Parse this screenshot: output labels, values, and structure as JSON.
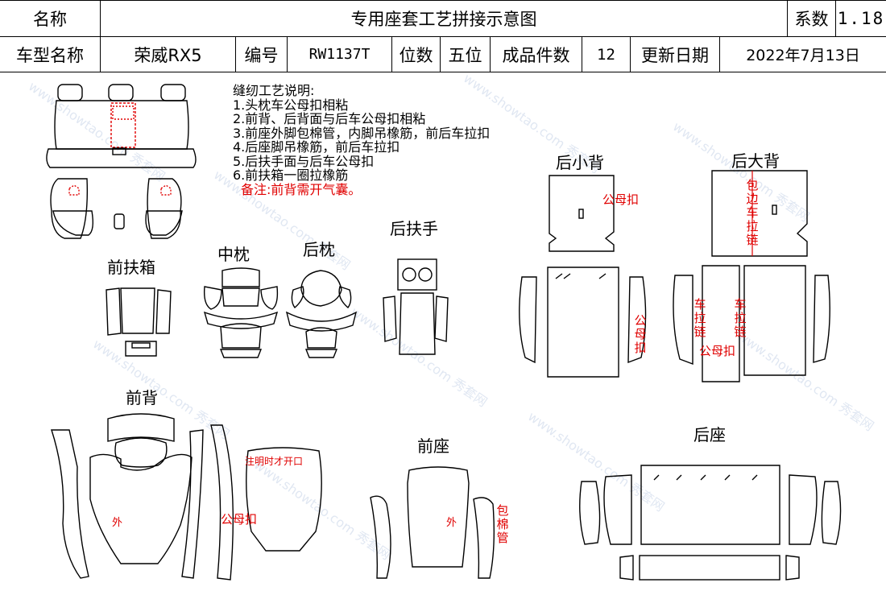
{
  "header": {
    "name_label": "名称",
    "doc_title": "专用座套工艺拼接示意图",
    "coef_label": "系数",
    "coef_value": "1.18",
    "model_label": "车型名称",
    "model_value": "荣威RX5",
    "code_label": "编号",
    "code_value": "RW1137T",
    "seats_label": "位数",
    "seats_value": "五位",
    "pieces_label": "成品件数",
    "pieces_value": "12",
    "update_label": "更新日期",
    "update_value": "2022年7月13日"
  },
  "notes": {
    "title": "缝纫工艺说明:",
    "items": [
      "1.头枕车公母扣相粘",
      "2.前背、后背面与后车公母扣相粘",
      "3.前座外脚包棉管，内脚吊橡筋，前后车拉扣",
      "4.后座脚吊橡筋，前后车拉扣",
      "5.后扶手面与后车公母扣",
      "6.前扶箱一圈拉橡筋"
    ],
    "remark": "备注:前背需开气囊。"
  },
  "sections": {
    "front_console": "前扶箱",
    "mid_headrest": "中枕",
    "rear_headrest": "后枕",
    "rear_armrest": "后扶手",
    "rear_small_back": "后小背",
    "rear_big_back": "后大背",
    "front_back": "前背",
    "front_seat": "前座",
    "rear_seat": "后座"
  },
  "annotations": {
    "small_back_snap": "公母扣",
    "small_back_snap_vertical": "公母扣",
    "big_back_edge_zip": "包边车拉链",
    "big_back_zip_left": "车拉链",
    "big_back_zip_right": "车拉链",
    "big_back_snap": "公母扣",
    "front_back_outer": "外",
    "front_back_snap": "公母扣",
    "front_back_airbag": "注明时才开口",
    "front_seat_outer": "外",
    "front_seat_cotton_tube": "包棉管"
  },
  "watermark": "www.showtao.com 秀套网"
}
